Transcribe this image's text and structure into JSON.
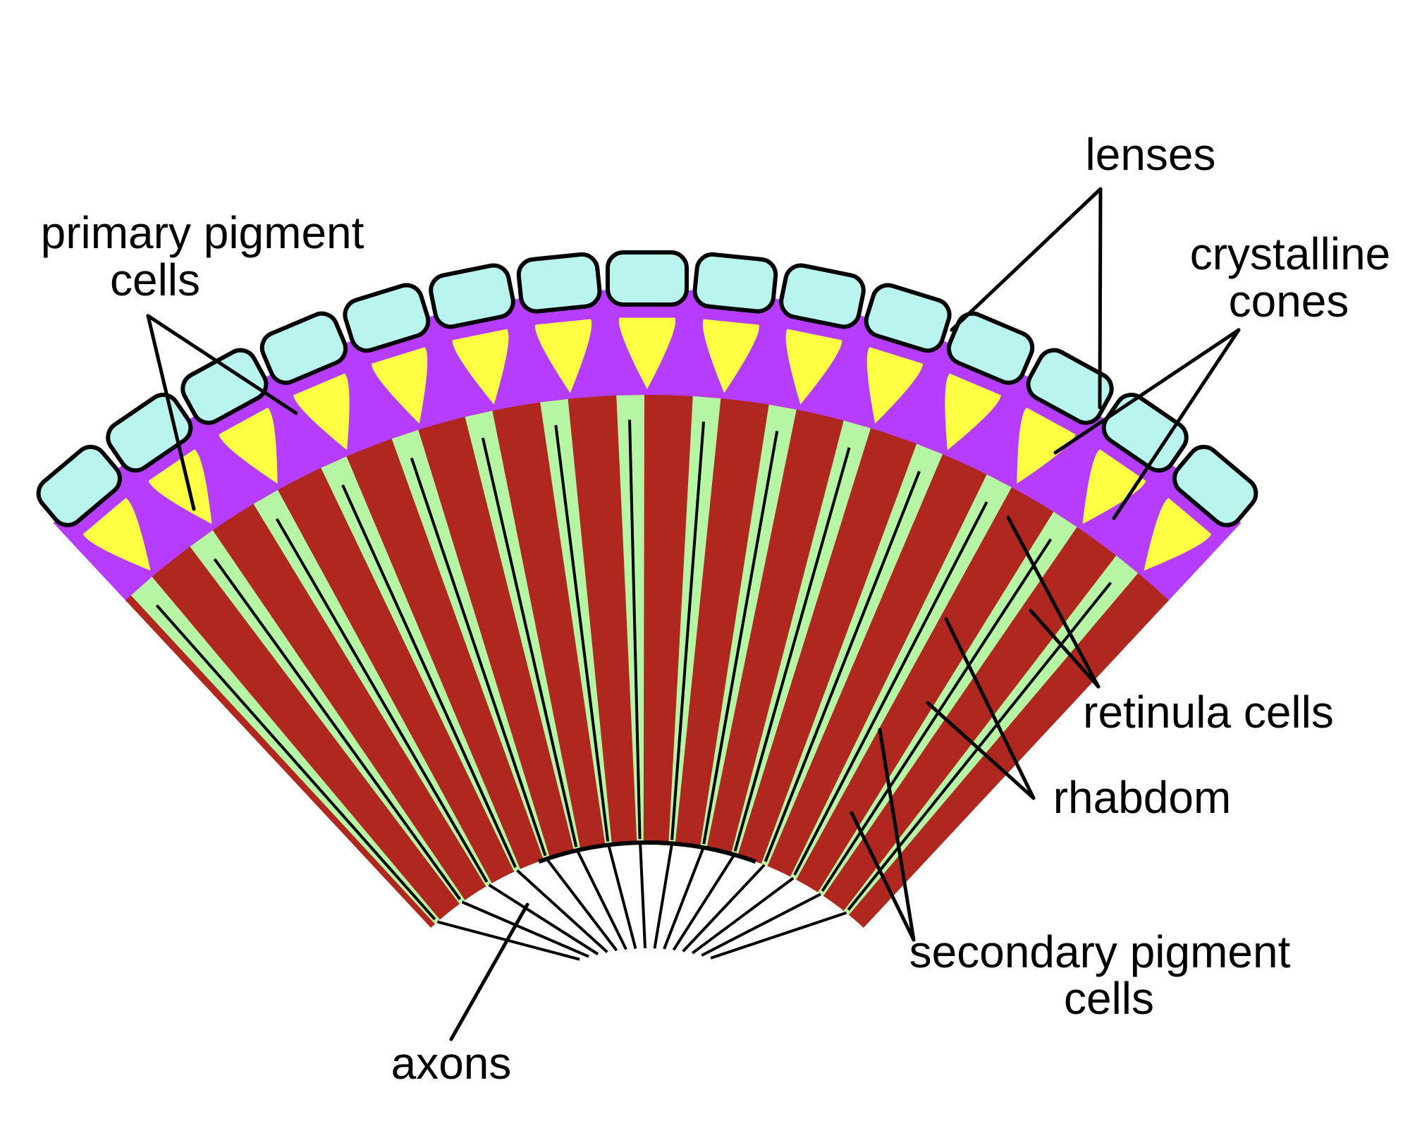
{
  "colors": {
    "lens": "#b9f5ee",
    "pigment_primary": "#b63cff",
    "cone": "#ffff44",
    "retinula": "#b0271f",
    "rhabdom": "#b6f5a3",
    "axon": "#000000",
    "outline": "#000000"
  },
  "labels": {
    "lenses": "lenses",
    "crystalline_line1": "crystalline",
    "crystalline_line2": "cones",
    "primary_line1": "primary pigment",
    "primary_line2": "cells",
    "retinula": "retinula cells",
    "rhabdom": "rhabdom",
    "secondary_line1": "secondary pigment",
    "secondary_line2": "cells",
    "axons": "axons"
  }
}
